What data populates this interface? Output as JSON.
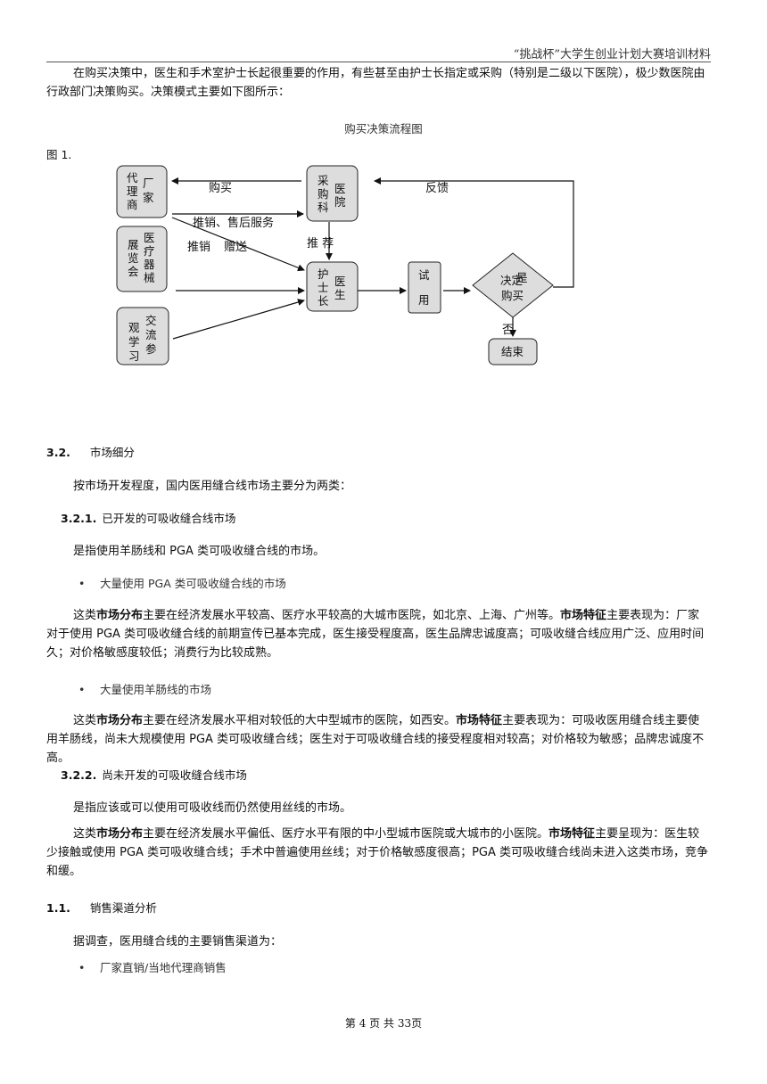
{
  "header": {
    "title": "“挑战杯”大学生创业计划大赛培训材料"
  },
  "intro": {
    "text": "在购买决策中，医生和手术室护士长起很重要的作用，有些甚至由护士长指定或采购（特别是二级以下医院），极少数医院由行政部门决策购买。决策模式主要如下图所示："
  },
  "figure": {
    "title": "购买决策流程图",
    "label": "图 1.",
    "nodes": {
      "agent_a": "厂",
      "agent_b": "家",
      "agent_c": "代",
      "agent_d": "理",
      "agent_e": "商",
      "expo_a": "医",
      "expo_b": "疗",
      "expo_c": "器",
      "expo_d": "械",
      "expo_e": "展",
      "expo_f": "览",
      "expo_g": "会",
      "visit_a": "交",
      "visit_b": "流",
      "visit_c": "参",
      "visit_d": "观",
      "visit_e": "学",
      "visit_f": "习",
      "proc_a": "采",
      "proc_b": "购",
      "proc_c": "科",
      "proc_d": "医",
      "proc_e": "院",
      "nurse_a": "护",
      "nurse_b": "士",
      "nurse_c": "长",
      "nurse_d": "医",
      "nurse_e": "生",
      "trial_a": "试",
      "trial_b": "用",
      "decision_a": "决定",
      "decision_b": "是",
      "decision_c": "购买",
      "end": "结束"
    },
    "edges": {
      "buy": "购买",
      "feedback": "反馈",
      "promo_service": "推销、售后服务",
      "promo": "推销",
      "gift": "赠送",
      "recommend": "推 荐",
      "no": "否"
    }
  },
  "section_3_2": {
    "num": "3.2.",
    "title": "市场细分",
    "lead": "按市场开发程度，国内医用缝合线市场主要分为两类：",
    "s1": {
      "num": "3.2.1.",
      "title": "已开发的可吸收缝合线市场",
      "def": "是指使用羊肠线和 PGA 类可吸收缝合线的市场。",
      "b1": {
        "bullet": "大量使用 PGA 类可吸收缝合线的市场",
        "p_pre": "这类",
        "p_bold1": "市场分布",
        "p_mid": "主要在经济发展水平较高、医疗水平较高的大城市医院，如北京、上海、广州等。",
        "p_bold2": "市场特征",
        "p_post": "主要表现为：厂家对于使用 PGA 类可吸收缝合线的前期宣传已基本完成，医生接受程度高，医生品牌忠诚度高；可吸收缝合线应用广泛、应用时间久；对价格敏感度较低；消费行为比较成熟。"
      },
      "b2": {
        "bullet": "大量使用羊肠线的市场",
        "p_pre": "这类",
        "p_bold1": "市场分布",
        "p_mid": "主要在经济发展水平相对较低的大中型城市的医院，如西安。",
        "p_bold2": "市场特征",
        "p_post": "主要表现为：可吸收医用缝合线主要使用羊肠线，尚未大规模使用 PGA 类可吸收缝合线；医生对于可吸收缝合线的接受程度相对较高；对价格较为敏感；品牌忠诚度不高。"
      }
    },
    "s2": {
      "num": "3.2.2.",
      "title": "尚未开发的可吸收缝合线市场",
      "def": "是指应该或可以使用可吸收线而仍然使用丝线的市场。",
      "p_pre": "这类",
      "p_bold1": "市场分布",
      "p_mid": "主要在经济发展水平偏低、医疗水平有限的中小型城市医院或大城市的小医院。",
      "p_bold2": "市场特征",
      "p_post": "主要呈现为：医生较少接触或使用 PGA 类可吸收缝合线；手术中普遍使用丝线；对于价格敏感度很高；PGA 类可吸收缝合线尚未进入这类市场，竞争和缓。"
    }
  },
  "section_1_1": {
    "num": "1.1.",
    "title": "销售渠道分析",
    "lead": "据调查，医用缝合线的主要销售渠道为：",
    "bullet1": "厂家直销/当地代理商销售"
  },
  "footer": {
    "pre": "第",
    "page": "4",
    "mid": "页  共",
    "total": "33",
    "post": "页"
  }
}
